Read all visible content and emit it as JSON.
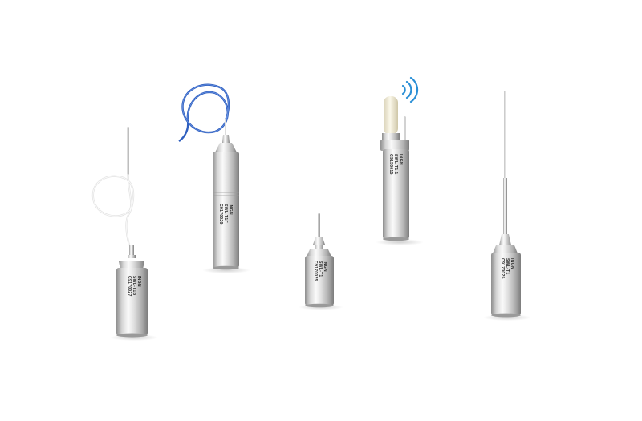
{
  "colors": {
    "background": "#ffffff",
    "steel_light": "#f4f4f4",
    "steel_mid": "#c9c9c9",
    "steel_dark": "#8e8e8e",
    "blue_cable": "#2f5fbf",
    "white_cable": "#e6e6e6",
    "antenna_cap": "#f0ebd6",
    "wireless_waves": "#2a8fd6"
  },
  "loggers": [
    {
      "brand": "INGN",
      "model": "SWL-T1B",
      "serial": "C9170027",
      "cable": "white-coil"
    },
    {
      "brand": "INGN",
      "model": "SWL-T1F",
      "serial": "C9170029",
      "cable": "blue-coil"
    },
    {
      "brand": "INGN",
      "model": "SWL-T1",
      "serial": "C9170025",
      "cable": "short-probe"
    },
    {
      "brand": "INGN",
      "model": "SWL-T1-1",
      "serial": "C9150015",
      "cable": "wireless-antenna"
    },
    {
      "brand": "INGN",
      "model": "SWL-T1",
      "serial": "C9170025",
      "cable": "long-probe"
    }
  ]
}
